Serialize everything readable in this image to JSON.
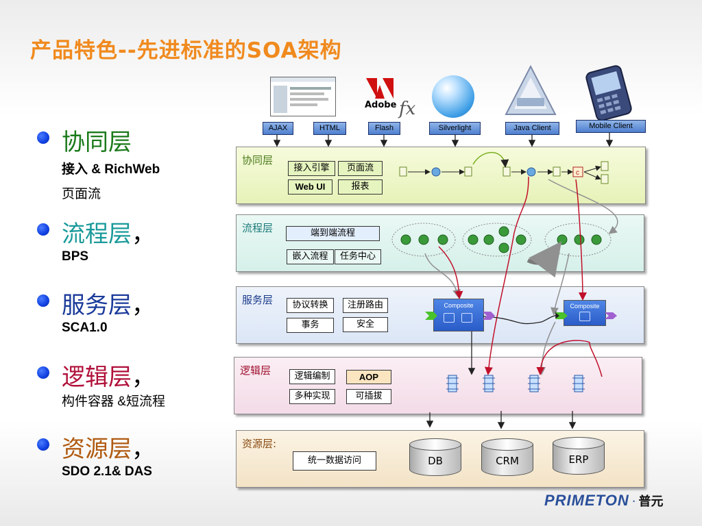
{
  "title": "产品特色--先进标准的SOA架构",
  "bullets": [
    {
      "head": "协同层",
      "head_color": "#1a7a1a",
      "sub": [
        "接入 & RichWeb",
        "页面流"
      ]
    },
    {
      "head": "流程层",
      "comma": "，",
      "head_color": "#1a9a9a",
      "sub": [
        "BPS"
      ]
    },
    {
      "head": "服务层",
      "comma": "，",
      "head_color": "#1a3a9a",
      "sub": [
        "SCA1.0"
      ]
    },
    {
      "head": "逻辑层",
      "comma": "，",
      "head_color": "#b0103a",
      "sub": [
        "构件容器 &短流程"
      ]
    },
    {
      "head": "资源层",
      "comma": "，",
      "head_color": "#b05a10",
      "sub": [
        "SDO 2.1& DAS"
      ]
    }
  ],
  "clients": [
    "AJAX",
    "HTML",
    "Flash",
    "Silverlight",
    "Java Client",
    "Mobile Client"
  ],
  "client_logo_text": {
    "adobe": "Adobe",
    "fx": "fx"
  },
  "layers": {
    "collab": {
      "label": "协同层",
      "modules": [
        "接入引擎",
        "页面流",
        "Web UI",
        "报表"
      ]
    },
    "process": {
      "label": "流程层",
      "modules": [
        "端到端流程",
        "嵌入流程",
        "任务中心"
      ]
    },
    "service": {
      "label": "服务层",
      "modules": [
        "协议转换",
        "注册路由",
        "事务",
        "安全"
      ],
      "composite": "Composite"
    },
    "logic": {
      "label": "逻辑层",
      "modules": [
        "逻辑编制",
        "AOP",
        "多种实现",
        "可插拔"
      ]
    },
    "resource": {
      "label": "资源层:",
      "modules": [
        "统一数据访问"
      ],
      "stores": [
        "DB",
        "CRM",
        "ERP"
      ]
    }
  },
  "colors": {
    "title": "#f08a1e",
    "arrow_red": "#c0102a",
    "arrow_gray": "#909090"
  },
  "logo": {
    "en": "PRIMETON",
    "sep": "·",
    "cn": "普元"
  }
}
